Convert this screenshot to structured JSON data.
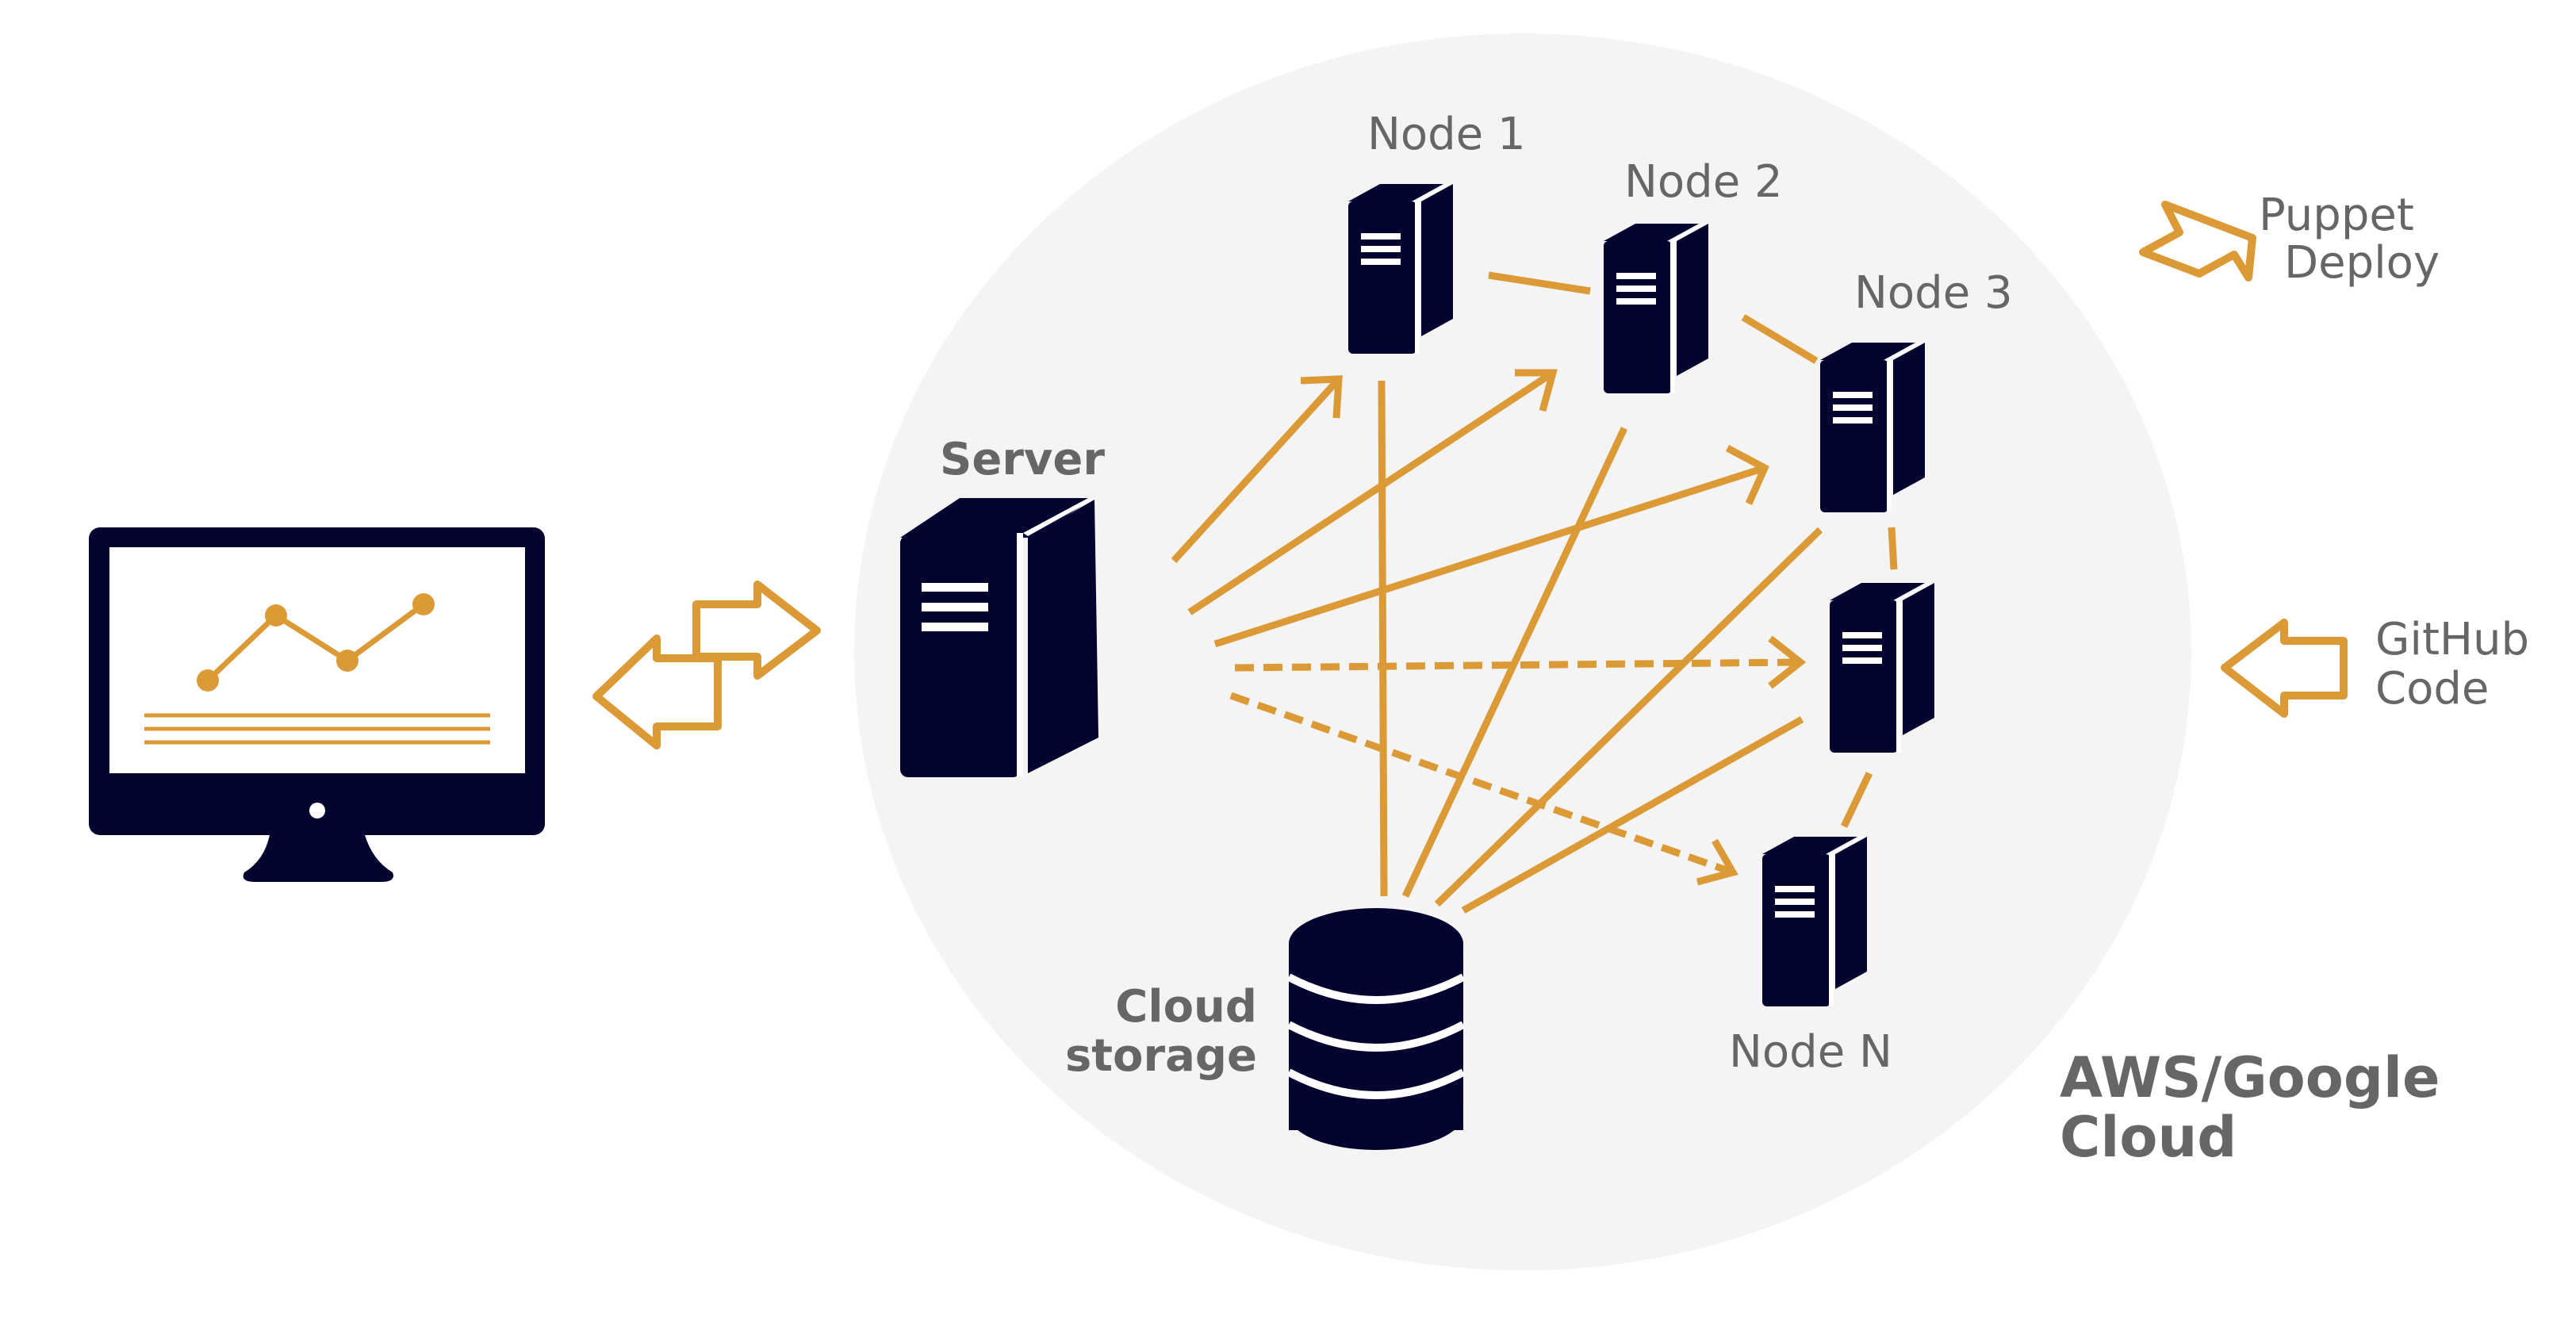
{
  "labels": {
    "server": "Server",
    "cloud_storage_line1": "Cloud",
    "cloud_storage_line2": "storage",
    "node1": "Node 1",
    "node2": "Node 2",
    "node3": "Node 3",
    "nodeN": "Node N",
    "puppet_line1": "Puppet",
    "puppet_line2": "Deploy",
    "github_line1": "GitHub",
    "github_line2": "Code",
    "cloud_line1": "AWS/Google",
    "cloud_line2": "Cloud"
  },
  "colors": {
    "accent": "#DC9A37",
    "navy": "#02032E",
    "cloud_bg": "#F4F4F4",
    "label": "#666666"
  },
  "icons": [
    "monitor-icon",
    "server-icon",
    "database-icon",
    "node-server-icon",
    "double-arrow-icon",
    "inbound-arrow-icon"
  ]
}
